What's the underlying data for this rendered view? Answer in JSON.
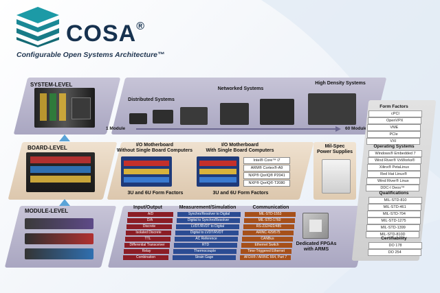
{
  "brand": {
    "name": "COSA",
    "reg": "®",
    "tagline": "Configurable Open Systems Architecture™",
    "accent": "#1c9aa6"
  },
  "levels": {
    "system": "SYSTEM-LEVEL",
    "board": "BOARD-LEVEL",
    "module": "MODULE-LEVEL"
  },
  "system_panel": {
    "distributed": "Distributed Systems",
    "networked": "Networked Systems",
    "high_density": "High Density Systems",
    "scale_start": "1 Module",
    "scale_end": "60 Modules"
  },
  "board_panel": {
    "io_no_sbc": "I/O Motherboard\nWithout Single Board Computers",
    "io_sbc": "I/O Motherboard\nWith Single Board Computers",
    "form_factors_note": "3U and 6U Form Factors",
    "processors": [
      "Intel® Core™ i7",
      "ARM® Cortex®-A9",
      "NXP® QorIQ® P2041",
      "NXP® QorIQ® T2080"
    ],
    "mil_spec": "Mil-Spec\nPower Supplies"
  },
  "module_panel": {
    "io_title": "Input/Output",
    "io_items": [
      "A/D",
      "D/A",
      "Discrete",
      "Isolated Discrete",
      "TTL",
      "Differential Transceiver",
      "Relay",
      "Combination"
    ],
    "meas_title": "Measurement/Simulation",
    "meas_items": [
      "Synchro/Resolver to Digital",
      "Digital to Synchro/Resolver",
      "LVDT/RVDT to Digital",
      "Digital to LVDT/RVDT",
      "AC Reference",
      "RTD",
      "Thermocouple",
      "Strain Gage"
    ],
    "comm_title": "Communication",
    "comm_items": [
      "MIL-STD-1553",
      "MIL-STD-1760",
      "RS-232/422/485",
      "ARINC 429/575",
      "CANBus",
      "Ethernet Switch",
      "Time-Triggered Ethernet",
      "AFDX® / ARINC 664, Part 7"
    ],
    "fpga": "Dedicated FPGAs\nwith ARMS"
  },
  "sidebar": {
    "form_factors_title": "Form Factors",
    "form_factors": [
      "cPCI",
      "OpenVPX",
      "VME",
      "PCIe",
      "VXI"
    ],
    "os_title": "Operating Systems",
    "os": [
      "Windows® Embedded 7",
      "Wind River® VxWorks®",
      "Xilinx® PetaLinux",
      "Red Hat Linux®",
      "Wind River® Linux",
      "DDC-I Deos™"
    ],
    "quals_title": "Qualifications",
    "quals": [
      "MIL-STD-810",
      "MIL-STD-461",
      "MIL-STD-704",
      "MIL-STD-1275",
      "MIL-STD-1399",
      "MIL-STD-810D"
    ],
    "cert_title": "Certifiability",
    "cert": [
      "DO 178",
      "DO 254"
    ]
  }
}
